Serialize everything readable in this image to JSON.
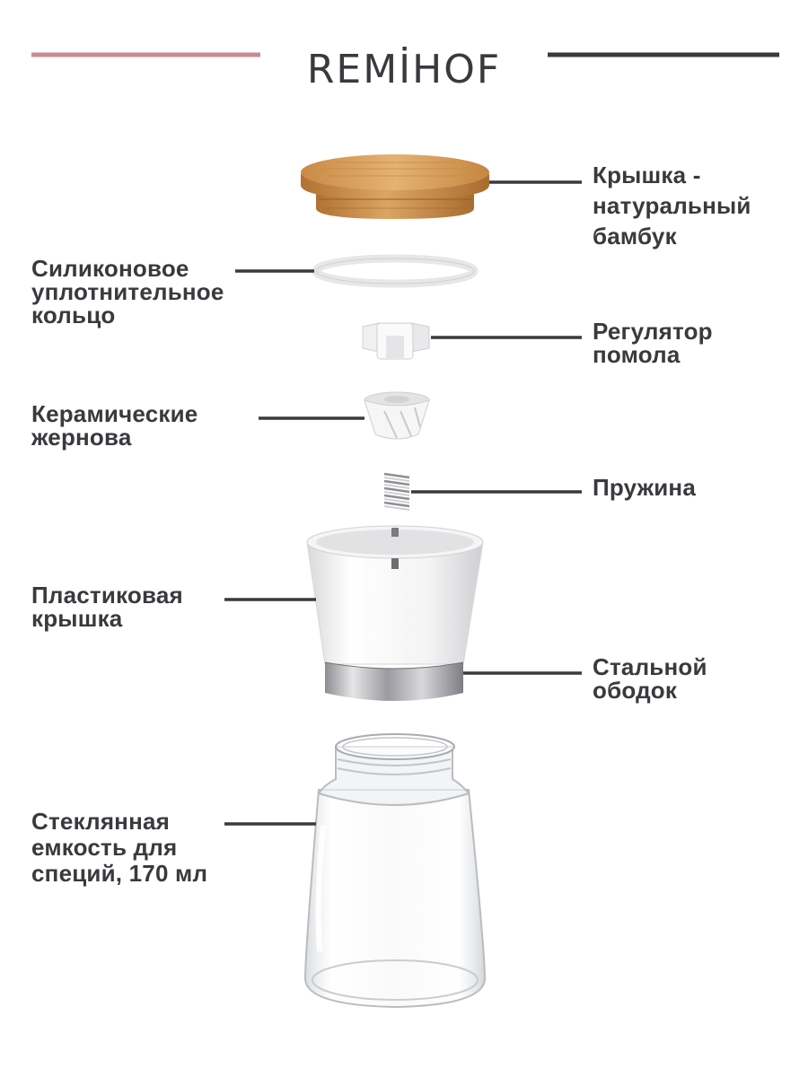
{
  "brand": {
    "name": "REMİHOF",
    "accent_line_color": "#c98a92",
    "dark_line_color": "#3a3a3e"
  },
  "parts": [
    {
      "id": "lid",
      "lines": [
        "Крышка -",
        "натуральный",
        "бамбук"
      ]
    },
    {
      "id": "ring",
      "lines": [
        "Силиконовое",
        "уплотнительное",
        "кольцо"
      ]
    },
    {
      "id": "adjuster",
      "lines": [
        "Регулятор",
        "помола"
      ]
    },
    {
      "id": "burrs",
      "lines": [
        "Керамические",
        "жернова"
      ]
    },
    {
      "id": "spring",
      "lines": [
        "Пружина"
      ]
    },
    {
      "id": "plastic-cap",
      "lines": [
        "Пластиковая",
        "крышка"
      ]
    },
    {
      "id": "steel-rim",
      "lines": [
        "Стальной",
        "ободок"
      ]
    },
    {
      "id": "glass-jar",
      "lines": [
        "Стеклянная",
        "емкость для",
        "специй, 170 мл"
      ]
    }
  ],
  "colors": {
    "bamboo": "#d9a05a",
    "bamboo_dark": "#b87b36",
    "steel": "#b8b8bc",
    "leader": "#3a3a3e",
    "text": "#3a3a3e"
  }
}
